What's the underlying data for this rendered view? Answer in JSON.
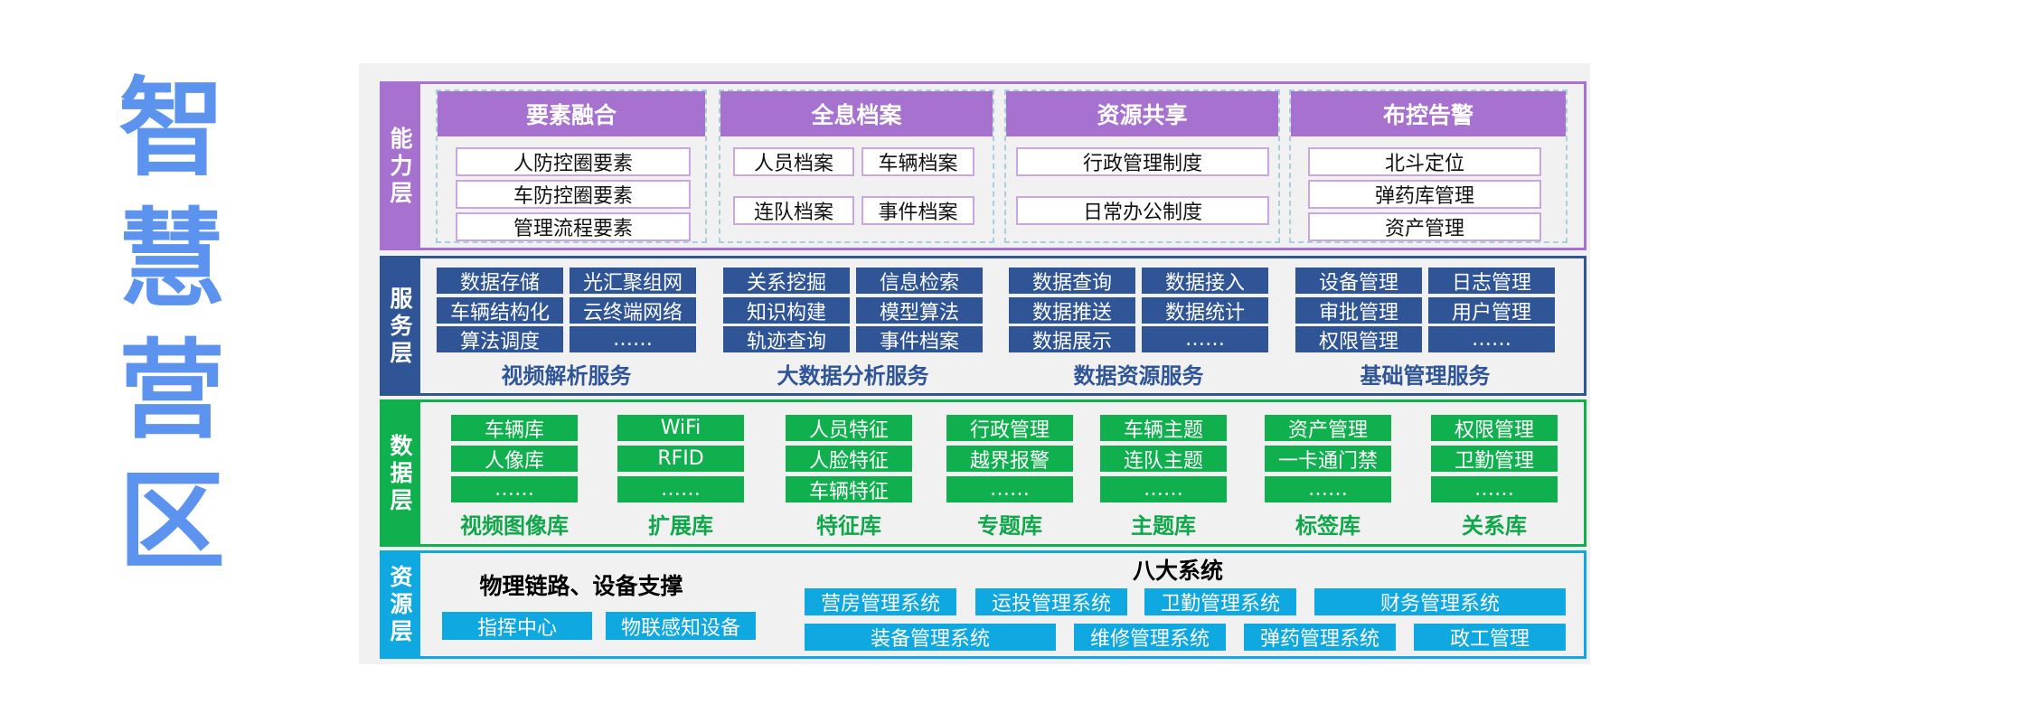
{
  "title_chars": [
    "智",
    "慧",
    "营",
    "区"
  ],
  "colors": {
    "capability": "#a771cf",
    "service": "#2f5597",
    "data": "#10b04e",
    "resource": "#10a8e0",
    "title": "#5b93ef"
  },
  "capability_layer": {
    "label": [
      "能",
      "力",
      "层"
    ],
    "groups": [
      {
        "title": "要素融合",
        "items": [
          "人防控圈要素",
          "车防控圈要素",
          "管理流程要素"
        ]
      },
      {
        "title": "全息档案",
        "items": [
          "人员档案",
          "车辆档案",
          "连队档案",
          "事件档案"
        ]
      },
      {
        "title": "资源共享",
        "items": [
          "行政管理制度",
          "日常办公制度"
        ]
      },
      {
        "title": "布控告警",
        "items": [
          "北斗定位",
          "弹药库管理",
          "资产管理"
        ]
      }
    ]
  },
  "service_layer": {
    "label": [
      "服",
      "务",
      "层"
    ],
    "groups": [
      {
        "title": "视频解析服务",
        "items": [
          "数据存储",
          "光汇聚组网",
          "车辆结构化",
          "云终端网络",
          "算法调度",
          "……"
        ]
      },
      {
        "title": "大数据分析服务",
        "items": [
          "关系挖掘",
          "信息检索",
          "知识构建",
          "模型算法",
          "轨迹查询",
          "事件档案"
        ]
      },
      {
        "title": "数据资源服务",
        "items": [
          "数据查询",
          "数据接入",
          "数据推送",
          "数据统计",
          "数据展示",
          "……"
        ]
      },
      {
        "title": "基础管理服务",
        "items": [
          "设备管理",
          "日志管理",
          "审批管理",
          "用户管理",
          "权限管理",
          "……"
        ]
      }
    ]
  },
  "data_layer": {
    "label": [
      "数",
      "据",
      "层"
    ],
    "groups": [
      {
        "title": "视频图像库",
        "items": [
          "车辆库",
          "人像库",
          "……"
        ]
      },
      {
        "title": "扩展库",
        "items": [
          "WiFi",
          "RFID",
          "……"
        ]
      },
      {
        "title": "特征库",
        "items": [
          "人员特征",
          "人脸特征",
          "车辆特征"
        ]
      },
      {
        "title": "专题库",
        "items": [
          "行政管理",
          "越界报警",
          "……"
        ]
      },
      {
        "title": "主题库",
        "items": [
          "车辆主题",
          "连队主题",
          "……"
        ]
      },
      {
        "title": "标签库",
        "items": [
          "资产管理",
          "一卡通门禁",
          "……"
        ]
      },
      {
        "title": "关系库",
        "items": [
          "权限管理",
          "卫勤管理",
          "……"
        ]
      }
    ]
  },
  "resource_layer": {
    "label": [
      "资",
      "源",
      "层"
    ],
    "physical": {
      "title": "物理链路、设备支撑",
      "items": [
        "指挥中心",
        "物联感知设备"
      ]
    },
    "systems": {
      "title": "八大系统",
      "items": [
        "营房管理系统",
        "运投管理系统",
        "卫勤管理系统",
        "财务管理系统",
        "装备管理系统",
        "维修管理系统",
        "弹药管理系统",
        "政工管理"
      ]
    }
  }
}
